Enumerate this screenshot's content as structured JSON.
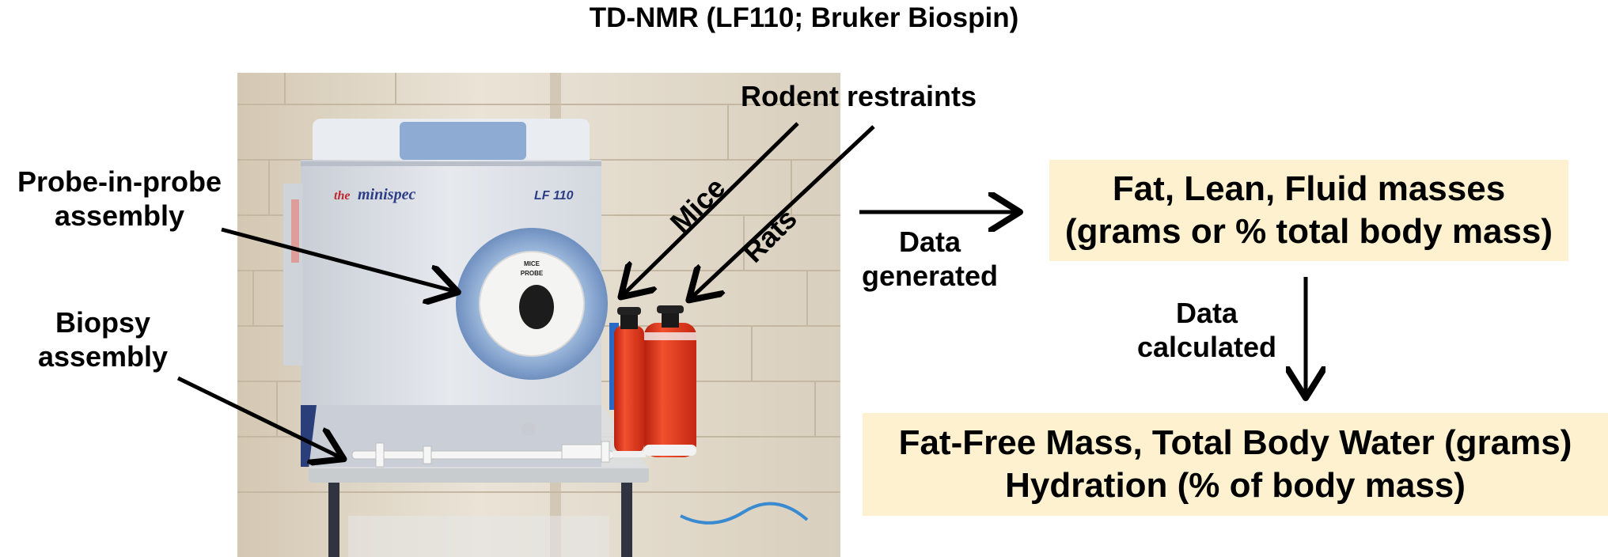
{
  "title": "TD-NMR (LF110; Bruker Biospin)",
  "labels": {
    "rodent_restraints": "Rodent restraints",
    "mice": "Mice",
    "rats": "Rats",
    "probe_line1": "Probe-in-probe",
    "probe_line2": "assembly",
    "biopsy_line1": "Biopsy",
    "biopsy_line2": "assembly",
    "data_generated_line1": "Data",
    "data_generated_line2": "generated",
    "data_calculated_line1": "Data",
    "data_calculated_line2": "calculated"
  },
  "instrument": {
    "brand_prefix": "the",
    "brand": "minispec",
    "model": "LF 110",
    "probe_label_line1": "MICE",
    "probe_label_line2": "PROBE"
  },
  "output_box": {
    "line1": "Fat, Lean, Fluid masses",
    "line2": "(grams or % total body mass)"
  },
  "calculated_box": {
    "line1": "Fat-Free Mass, Total Body Water (grams)",
    "line2": "Hydration (% of body mass)"
  },
  "colors": {
    "box_fill": "#fdf1cf",
    "restraint_fluid": "#e8331a",
    "magnet_ring": "#8aa9cf",
    "instrument_body": "#dfe3ea",
    "instrument_base": "#2a3f7a",
    "wall": "#e4dbcb"
  }
}
